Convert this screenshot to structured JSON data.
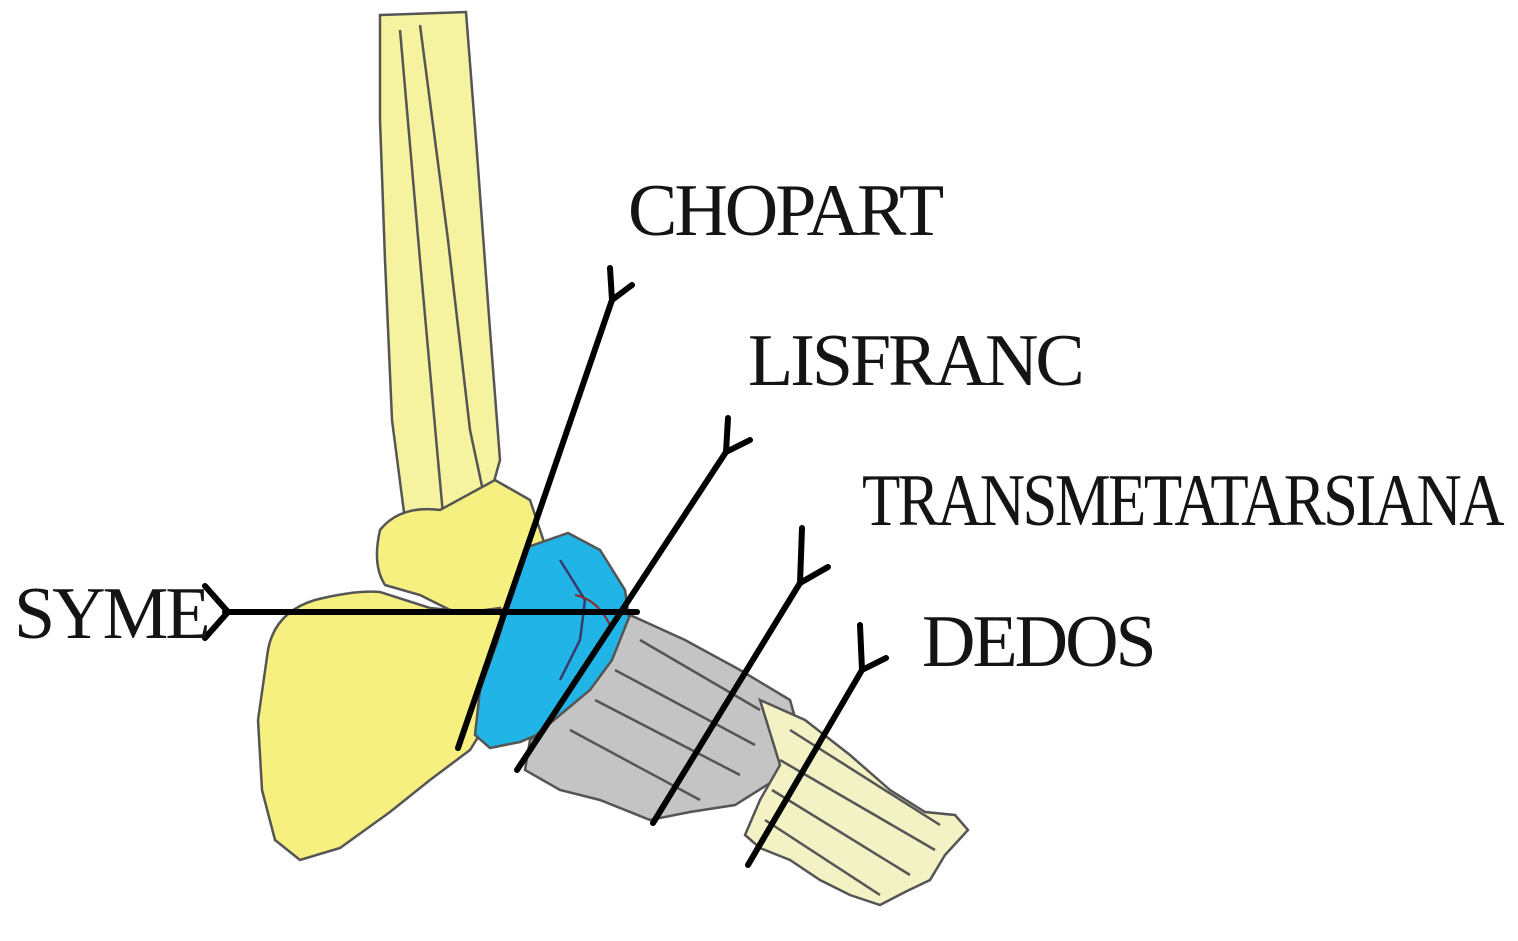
{
  "labels": {
    "chopart": "CHOPART",
    "lisfranc": "LISFRANC",
    "transmetatarsiana": "TRANSMETATARSIANA",
    "dedos": "DEDOS",
    "syme": "SYME"
  },
  "colors": {
    "hindfoot_bone": "#f5f07f",
    "tibia_fibula": "#f5f2a0",
    "midfoot_bone": "#21b4e6",
    "metatarsal_bone": "#c4c4c4",
    "phalanx_bone": "#f2f2c4",
    "cut_line": "#000000",
    "label_text": "#141414"
  }
}
